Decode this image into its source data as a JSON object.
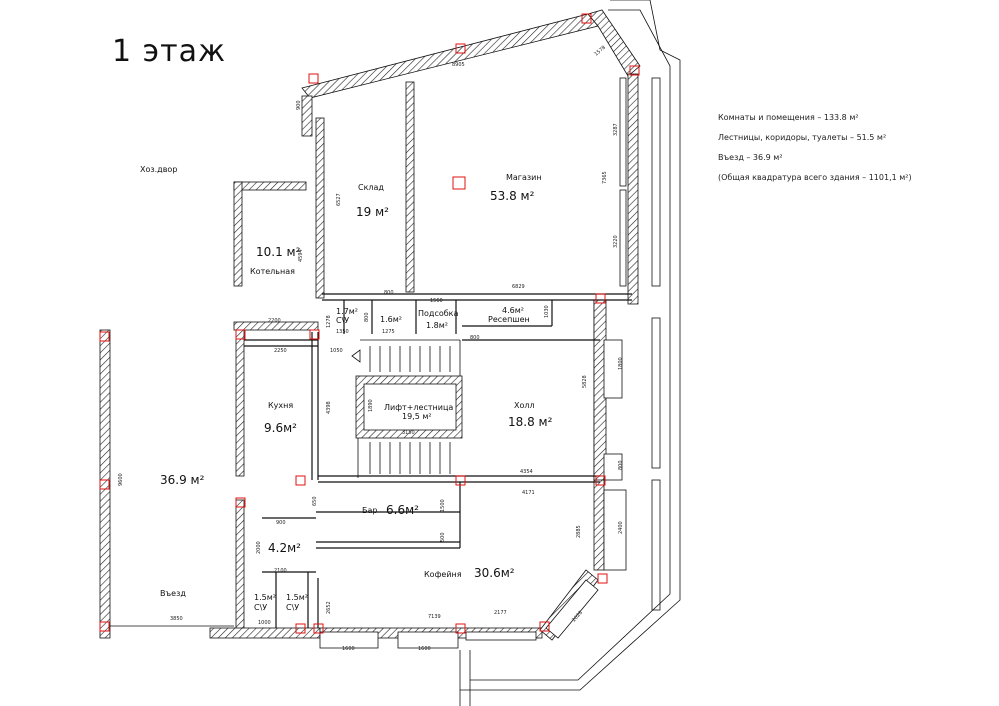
{
  "title": "1 этаж",
  "summary": [
    "Комнаты и помещения – 133.8 м²",
    "Лестницы, коридоры, туалеты – 51.5 м²",
    "Въезд – 36.9 м²",
    "(Общая квадратура всего здания – 1101,1 м²)"
  ],
  "rooms": {
    "sklad": {
      "name": "Склад",
      "area": "19 м²"
    },
    "magazin": {
      "name": "Магазин",
      "area": "53.8 м²"
    },
    "kotelnaya": {
      "name": "Котельная",
      "area": "10.1 м²"
    },
    "hozdvor": {
      "name": "Хоз.двор"
    },
    "su_small": {
      "name": "С\\У",
      "area": "1.7м²"
    },
    "room16": {
      "area": "1.6м²"
    },
    "podsobka": {
      "name": "Подсобка",
      "area": "1.8м²"
    },
    "reception": {
      "name": "Ресепшен",
      "area": "4.6м²"
    },
    "kuhnya": {
      "name": "Кухня",
      "area": "9.6м²"
    },
    "lift": {
      "name": "Лифт+лестница",
      "area": "19,5 м²"
    },
    "hall": {
      "name": "Холл",
      "area": "18.8 м²"
    },
    "vezd_area": {
      "area": "36.9 м²"
    },
    "bar": {
      "name": "Бар",
      "area": "6.6м²"
    },
    "room42": {
      "area": "4.2м²"
    },
    "kofeynya": {
      "name": "Кофейня",
      "area": "30.6м²"
    },
    "vezd": {
      "name": "Въезд"
    },
    "su1": {
      "name": "С\\У",
      "area": "1.5м²"
    },
    "su2": {
      "name": "С\\У",
      "area": "1.5м²"
    }
  },
  "dims": [
    "8905",
    "900",
    "6527",
    "7365",
    "3287",
    "3220",
    "800",
    "6829",
    "1278",
    "800",
    "1350",
    "1275",
    "1560",
    "800",
    "1030",
    "2200",
    "2250",
    "1050",
    "4594",
    "4398",
    "1890",
    "3150",
    "5828",
    "1800",
    "800",
    "4354",
    "4171",
    "650",
    "900",
    "1500",
    "500",
    "2885",
    "2400",
    "2000",
    "2100",
    "2652",
    "1000",
    "3850",
    "9600",
    "1600",
    "1600",
    "7139",
    "2177",
    "2028",
    "1578"
  ]
}
